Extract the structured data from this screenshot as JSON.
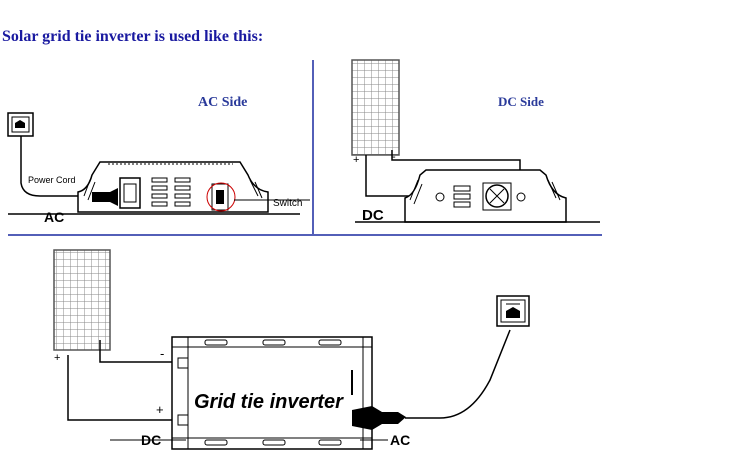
{
  "header": {
    "title": "Solar grid tie inverter is used like this:"
  },
  "ac_side": {
    "heading": "AC Side",
    "power_cord_label": "Power Cord",
    "switch_label": "Switch",
    "ac_label": "AC"
  },
  "dc_side": {
    "heading": "DC Side",
    "plus_label": "+",
    "minus_label": "-",
    "dc_label": "DC"
  },
  "main_diagram": {
    "device_label": "Grid tie inverter",
    "plus_label": "+",
    "minus_label": "-",
    "dc_label": "DC",
    "ac_label": "AC"
  },
  "colors": {
    "title": "#1a1aa0",
    "heading": "#2a3a9a",
    "divider": "#1a2aa0",
    "line": "#000000"
  }
}
